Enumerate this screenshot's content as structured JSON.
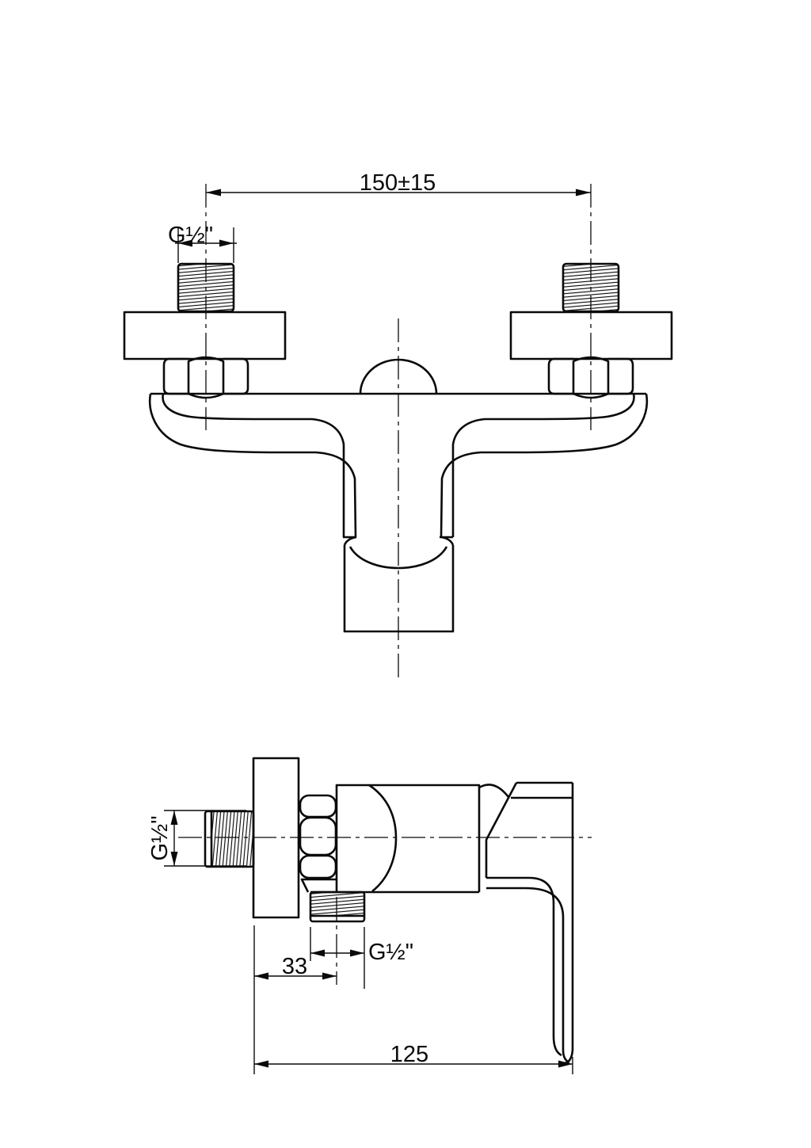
{
  "drawing": {
    "kind": "shower-mixer-installation-drawing",
    "views": {
      "front_view": "front-view",
      "side_view": "side-view"
    }
  },
  "labels": {
    "center_distance": "150±15",
    "inlet_thread_front": "G½\"",
    "inlet_thread_side": "G½\"",
    "outlet_offset": "33",
    "outlet_thread": "G½\"",
    "overall_depth": "125"
  },
  "colors": {
    "line": "#0a0a0a",
    "background": "#ffffff"
  }
}
